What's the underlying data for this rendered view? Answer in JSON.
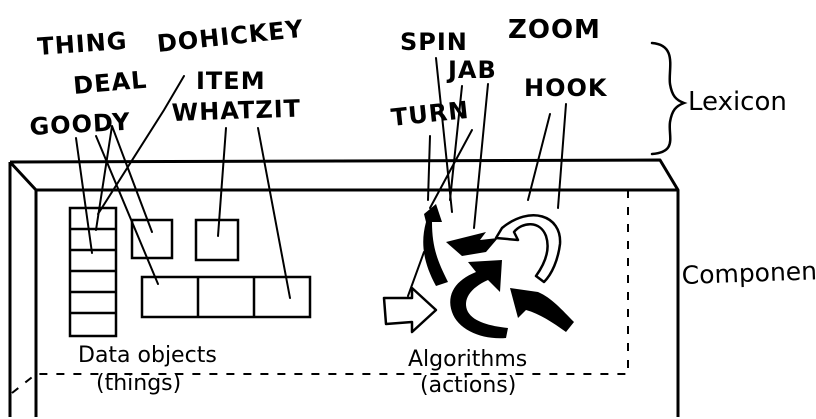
{
  "lexicon_label": "Lexicon",
  "component_label": "Component",
  "data_words": [
    "THING",
    "DOHICKEY",
    "DEAL",
    "ITEM",
    "GOODY",
    "WHATZIT"
  ],
  "action_words": [
    "SPIN",
    "ZOOM",
    "JAB",
    "HOOK",
    "TURN"
  ],
  "data_objects_label": [
    "Data objects",
    "(things)"
  ],
  "algorithms_label": [
    "Algorithms",
    "(actions)"
  ],
  "colors": {
    "ink": "#000000",
    "paper": "#ffffff"
  }
}
